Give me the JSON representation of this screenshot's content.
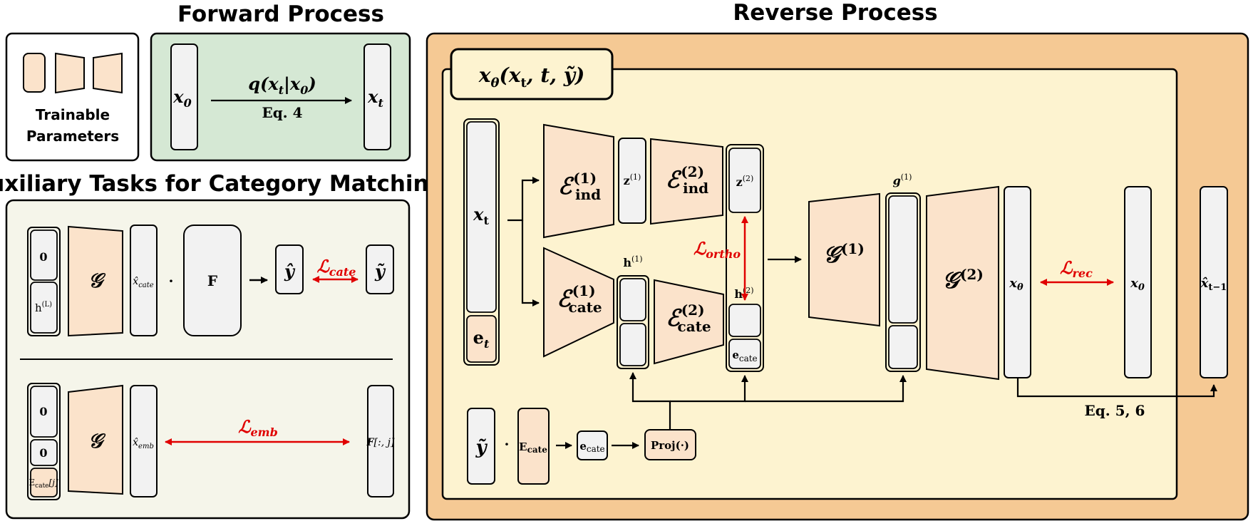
{
  "titles": {
    "forward": "Forward Process",
    "reverse": "Reverse Process",
    "auxiliary": "Auxiliary Tasks for Category Matching"
  },
  "legend": {
    "line1": "Trainable",
    "line2": "Parameters"
  },
  "forward": {
    "x0": "x",
    "x0_sub": "0",
    "xt": "x",
    "xt_sub": "t",
    "q": "q(x",
    "q_sub1": "t",
    "q_mid": "|x",
    "q_sub2": "0",
    "q_end": ")",
    "eq": "Eq. 4"
  },
  "aux1": {
    "zero": "0",
    "h": "h",
    "h_sup": "(L)",
    "G": "𝒢",
    "xhat": "x̂",
    "xhat_sub": "cate",
    "dot": "·",
    "F": "F",
    "yhat": "ŷ",
    "loss": "ℒ",
    "loss_sub": "cate",
    "ytilde": "ỹ"
  },
  "aux2": {
    "zero1": "0",
    "zero2": "0",
    "ecate": "E",
    "ecate_sub": "cate",
    "ecate_idx": "[j]",
    "G": "𝒢",
    "xhat": "x̂",
    "xhat_sub": "emb",
    "loss": "ℒ",
    "loss_sub": "emb",
    "Fcol": "F",
    "Fcol_idx": "[:, j]"
  },
  "reverse": {
    "header": "x",
    "header_sub": "θ",
    "header_args": "(x",
    "header_args_sub": "t",
    "header_args_end": ", t, ỹ)",
    "xt": "x",
    "xt_sub": "t",
    "et": "e",
    "et_sub": "t",
    "e_ind1": "ℰ",
    "e_ind1_sup": "(1)",
    "e_ind1_sub": "ind",
    "z1": "z",
    "z1_sup": "(1)",
    "e_ind2": "ℰ",
    "e_ind2_sup": "(2)",
    "e_ind2_sub": "ind",
    "z2": "z",
    "z2_sup": "(2)",
    "ortho": "ℒ",
    "ortho_sub": "ortho",
    "e_cate1": "ℰ",
    "e_cate1_sup": "(1)",
    "e_cate1_sub": "cate",
    "h1": "h",
    "h1_sup": "(1)",
    "e_cate2": "ℰ",
    "e_cate2_sup": "(2)",
    "e_cate2_sub": "cate",
    "h2": "h",
    "h2_sup": "(2)",
    "ecate": "e",
    "ecate_sub": "cate",
    "G1": "𝒢",
    "G1_sup": "(1)",
    "g1": "g",
    "g1_sup": "(1)",
    "G2": "𝒢",
    "G2_sup": "(2)",
    "xtheta": "x",
    "xtheta_sub": "θ",
    "rec": "ℒ",
    "rec_sub": "rec",
    "x0": "x",
    "x0_sub": "0",
    "xprev": "x̂",
    "xprev_sub": "t−1",
    "eq56": "Eq. 5, 6",
    "ytilde": "ỹ",
    "dot": "·",
    "Ecate": "E",
    "Ecate_sub": "cate",
    "ecate_small": "e",
    "ecate_small_sub": "cate",
    "proj": "Proj(·)"
  },
  "colors": {
    "trainable": "#fbe3cb",
    "box": "#f2f2f2",
    "forward_bg": "#d5e8d4",
    "aux_bg": "#f5f5ea",
    "reverse_outer": "#f5c994",
    "reverse_inner": "#fdf3d0",
    "loss_red": "#e00000"
  }
}
